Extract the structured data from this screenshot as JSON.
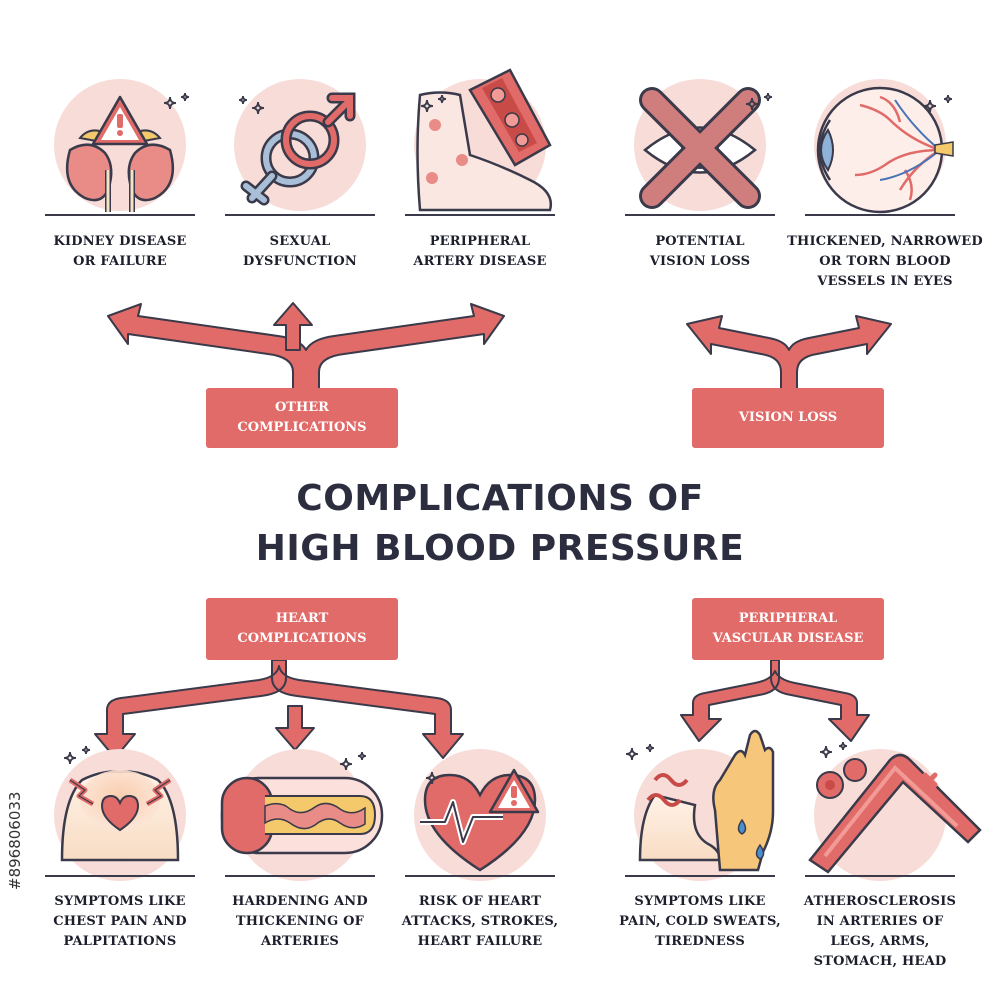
{
  "title": {
    "line1": "COMPLICATIONS OF",
    "line2": "HIGH BLOOD PRESSURE"
  },
  "groups": {
    "other": {
      "label": "OTHER\nCOMPLICATIONS",
      "items": [
        {
          "label": "KIDNEY DISEASE\nOR FAILURE",
          "icon": "kidney-icon"
        },
        {
          "label": "SEXUAL\nDYSFUNCTION",
          "icon": "gender-symbols-icon"
        },
        {
          "label": "PERIPHERAL\nARTERY DISEASE",
          "icon": "foot-artery-icon"
        }
      ]
    },
    "vision": {
      "label": "VISION LOSS",
      "items": [
        {
          "label": "POTENTIAL\nVISION LOSS",
          "icon": "crossed-eye-icon"
        },
        {
          "label": "THICKENED, NARROWED\nOR TORN BLOOD\nVESSELS IN EYES",
          "icon": "eyeball-vessels-icon"
        }
      ]
    },
    "heart": {
      "label": "HEART\nCOMPLICATIONS",
      "items": [
        {
          "label": "SYMPTOMS LIKE\nCHEST PAIN AND\nPALPITATIONS",
          "icon": "chest-pain-icon"
        },
        {
          "label": "HARDENING AND\nTHICKENING OF\nARTERIES",
          "icon": "artery-icon"
        },
        {
          "label": "RISK OF HEART\nATTACKS, STROKES,\nHEART FAILURE",
          "icon": "heart-warning-icon"
        }
      ]
    },
    "pvd": {
      "label": "PERIPHERAL\nVASCULAR DISEASE",
      "items": [
        {
          "label": "SYMPTOMS LIKE\nPAIN, COLD SWEATS,\nTIREDNESS",
          "icon": "hand-foot-sweat-icon"
        },
        {
          "label": "ATHEROSCLEROSIS\nIN ARTERIES OF\nLEGS, ARMS,\nSTOMACH, HEAD",
          "icon": "blood-vessel-icon"
        }
      ]
    }
  },
  "stock_id": "#896806033",
  "colors": {
    "accent": "#e06b68",
    "circle": "#f7dcd8",
    "dark": "#2c2e3f",
    "outline": "#3a3a4a"
  }
}
